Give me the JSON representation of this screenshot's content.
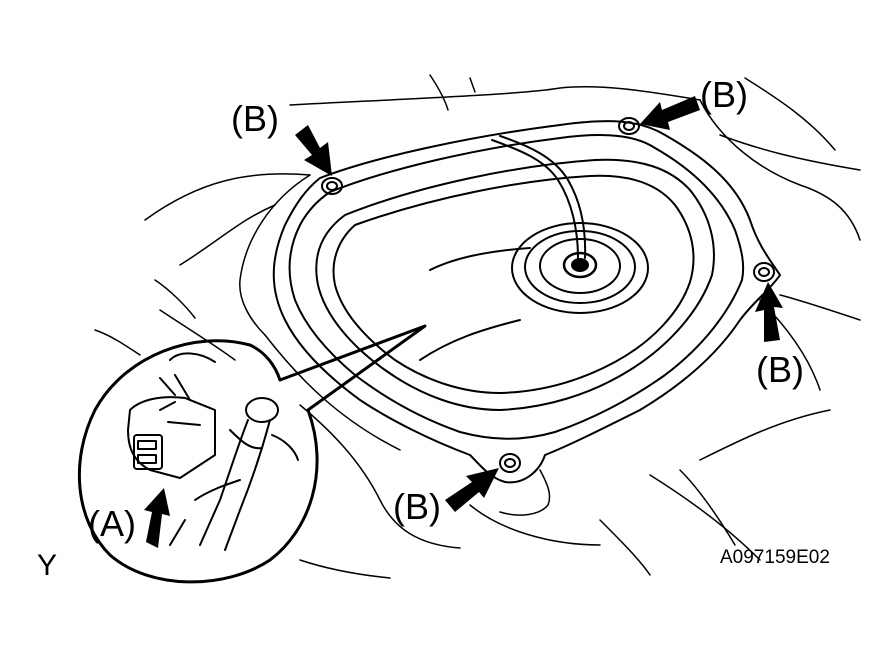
{
  "labels": {
    "b_top_left": "(B)",
    "b_top_right": "(B)",
    "b_right": "(B)",
    "b_bottom": "(B)",
    "a_connector": "(A)"
  },
  "view_marker": "Y",
  "figure_code": "A097159E02",
  "colors": {
    "ink": "#000000",
    "paper": "#ffffff"
  },
  "icons": {
    "arrow": "arrow-icon",
    "bolt": "bolt-icon",
    "connector": "connector-icon"
  }
}
